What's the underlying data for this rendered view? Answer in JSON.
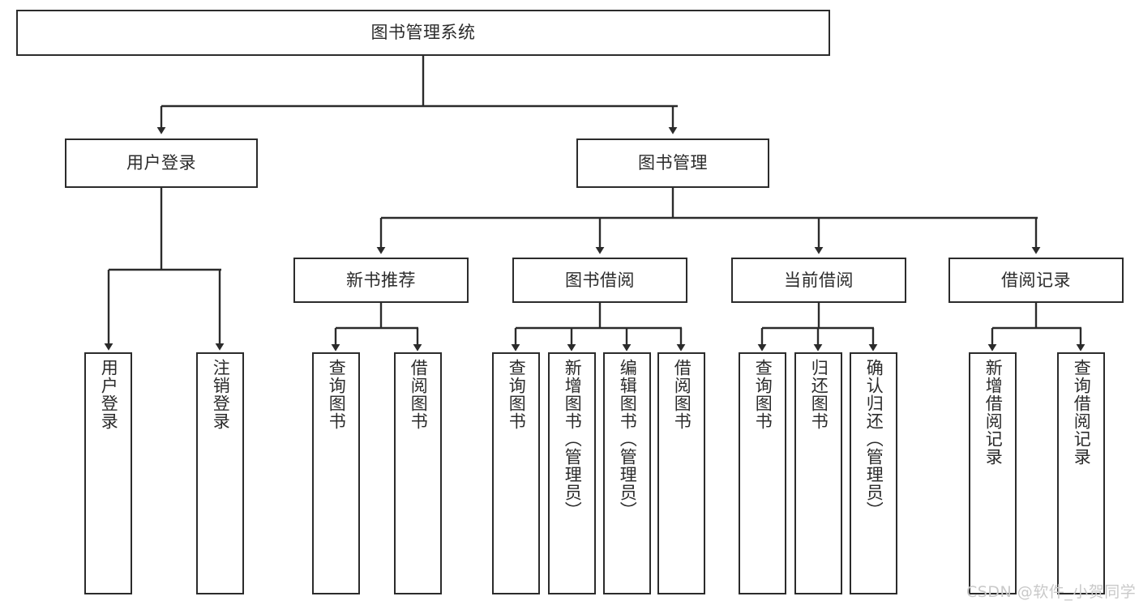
{
  "diagram": {
    "type": "tree",
    "title": "图书管理系统",
    "watermark": "CSDN @软件_小贺同学",
    "colors": {
      "border": "#2b2b2b",
      "fill": "#ffffff",
      "line": "#2b2b2b",
      "text": "#2b2b2b",
      "watermark": "#c9c9c9"
    },
    "levels": {
      "root": "图书管理系统",
      "level1": [
        "用户登录",
        "图书管理"
      ],
      "level2": [
        "新书推荐",
        "图书借阅",
        "当前借阅",
        "借阅记录"
      ]
    },
    "nodes": {
      "root": {
        "label": "图书管理系统"
      },
      "user_login": {
        "label": "用户登录"
      },
      "book_manage": {
        "label": "图书管理"
      },
      "new_book_rec": {
        "label": "新书推荐"
      },
      "book_borrow": {
        "label": "图书借阅"
      },
      "current_borrow": {
        "label": "当前借阅"
      },
      "borrow_record": {
        "label": "借阅记录"
      },
      "leaf_user_login": {
        "label": "用户登录"
      },
      "leaf_logout": {
        "label": "注销登录"
      },
      "leaf_query_book_a": {
        "label": "查询图书"
      },
      "leaf_borrow_book_a": {
        "label": "借阅图书"
      },
      "leaf_query_book_b": {
        "label": "查询图书"
      },
      "leaf_add_book": {
        "label": "新增图书（管理员）"
      },
      "leaf_edit_book": {
        "label": "编辑图书（管理员）"
      },
      "leaf_borrow_book_b": {
        "label": "借阅图书"
      },
      "leaf_query_book_c": {
        "label": "查询图书"
      },
      "leaf_return_book": {
        "label": "归还图书"
      },
      "leaf_confirm_return": {
        "label": "确认归还（管理员）"
      },
      "leaf_add_record": {
        "label": "新增借阅记录"
      },
      "leaf_query_record": {
        "label": "查询借阅记录"
      }
    },
    "edges": [
      {
        "from": "root",
        "to": "user_login"
      },
      {
        "from": "root",
        "to": "book_manage"
      },
      {
        "from": "user_login",
        "to": "leaf_user_login"
      },
      {
        "from": "user_login",
        "to": "leaf_logout"
      },
      {
        "from": "book_manage",
        "to": "new_book_rec"
      },
      {
        "from": "book_manage",
        "to": "book_borrow"
      },
      {
        "from": "book_manage",
        "to": "current_borrow"
      },
      {
        "from": "book_manage",
        "to": "borrow_record"
      },
      {
        "from": "new_book_rec",
        "to": "leaf_query_book_a"
      },
      {
        "from": "new_book_rec",
        "to": "leaf_borrow_book_a"
      },
      {
        "from": "book_borrow",
        "to": "leaf_query_book_b"
      },
      {
        "from": "book_borrow",
        "to": "leaf_add_book"
      },
      {
        "from": "book_borrow",
        "to": "leaf_edit_book"
      },
      {
        "from": "book_borrow",
        "to": "leaf_borrow_book_b"
      },
      {
        "from": "current_borrow",
        "to": "leaf_query_book_c"
      },
      {
        "from": "current_borrow",
        "to": "leaf_return_book"
      },
      {
        "from": "current_borrow",
        "to": "leaf_confirm_return"
      },
      {
        "from": "borrow_record",
        "to": "leaf_add_record"
      },
      {
        "from": "borrow_record",
        "to": "leaf_query_record"
      }
    ]
  }
}
